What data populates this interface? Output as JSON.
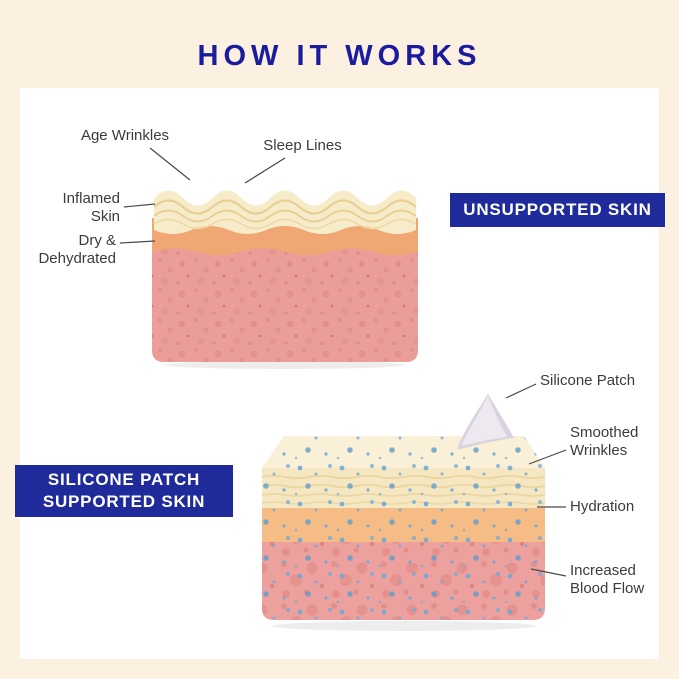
{
  "title": "HOW IT WORKS",
  "colors": {
    "frame_cream": "#fcf0e1",
    "title_navy": "#1b1b9e",
    "badge_blue": "#1f2a9b",
    "skin_cream": "#f7ecca",
    "skin_orange": "#f1a773",
    "skin_pink": "#eb9d99",
    "speckle_red": "#d9827e",
    "hydration_blue": "#6fa9d6",
    "label_text": "#3b3b3b"
  },
  "unsupported_diagram": {
    "badge": "UNSUPPORTED SKIN",
    "labels": {
      "age_wrinkles": "Age Wrinkles",
      "sleep_lines": "Sleep Lines",
      "inflamed_skin": "Inflamed\nSkin",
      "dry_dehydrated": "Dry &\nDehydrated"
    }
  },
  "supported_diagram": {
    "badge_line1": "SILICONE PATCH",
    "badge_line2": "SUPPORTED SKIN",
    "labels": {
      "silicone_patch": "Silicone Patch",
      "smoothed_wrinkles": "Smoothed\nWrinkles",
      "hydration": "Hydration",
      "increased_blood_flow": "Increased\nBlood Flow"
    }
  }
}
